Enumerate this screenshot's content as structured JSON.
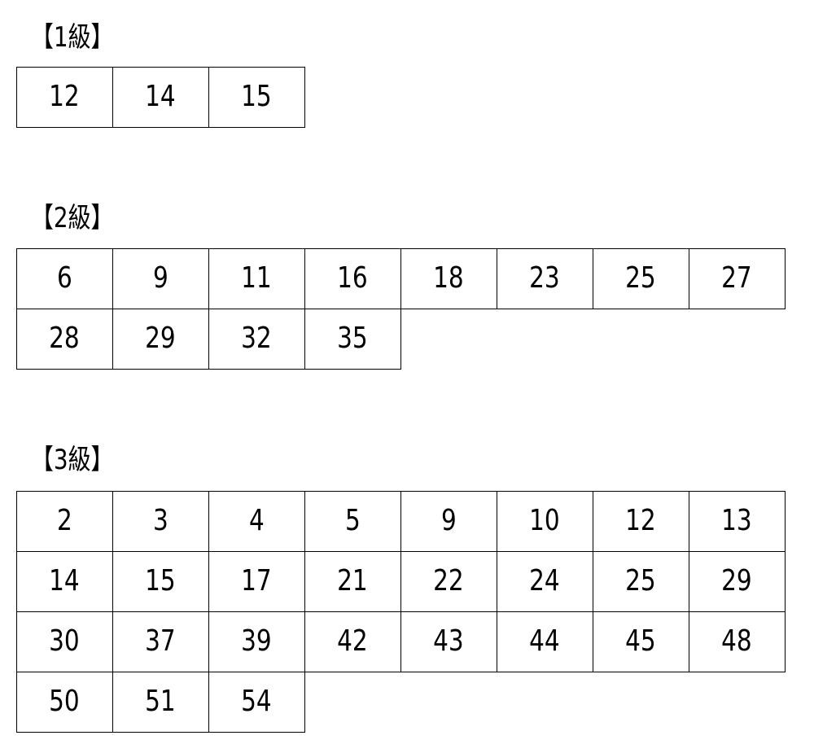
{
  "sections": [
    {
      "title": "【1級】",
      "numbers": [
        "12",
        "14",
        "15"
      ]
    },
    {
      "title": "【2級】",
      "numbers": [
        "6",
        "9",
        "11",
        "16",
        "18",
        "23",
        "25",
        "27",
        "28",
        "29",
        "32",
        "35"
      ]
    },
    {
      "title": "【3級】",
      "numbers": [
        "2",
        "3",
        "4",
        "5",
        "9",
        "10",
        "12",
        "13",
        "14",
        "15",
        "17",
        "21",
        "22",
        "24",
        "25",
        "29",
        "30",
        "37",
        "39",
        "42",
        "43",
        "44",
        "45",
        "48",
        "50",
        "51",
        "54"
      ]
    }
  ]
}
